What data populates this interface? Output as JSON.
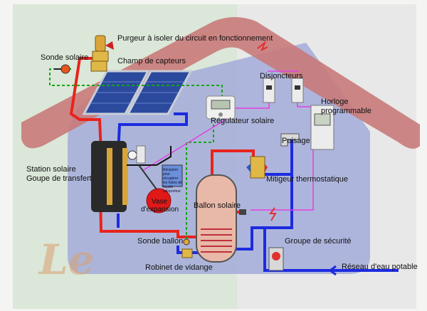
{
  "labels": {
    "purgeur": "Purgeur à isoler du circuit en fonctionnement",
    "sonde_solaire": "Sonde solaire",
    "champ_capteurs": "Champ de capteurs",
    "disjoncteurs": "Disjoncteurs",
    "horloge_line1": "Horloge",
    "horloge_line2": "programmable",
    "regulateur": "Régulateur solaire",
    "puisage": "Puisage",
    "station_line1": "Station solaire",
    "station_line2": "Goupe de transfert",
    "recipient": "Récipient pour récupérer les fuites de liquide caloporteur",
    "mitigeur": "Mitigeur thermostatique",
    "vase_line1": "Vase",
    "vase_line2": "d'expansion",
    "ballon": "Ballon solaire",
    "sonde_ballon": "Sonde ballon",
    "groupe_securite": "Groupe de sécurité",
    "robinet": "Robinet de vidange",
    "reseau": "Réseau d'eau potable"
  },
  "display": {
    "regulateur_screen": "",
    "horloge_screen": ""
  },
  "colors": {
    "hot_pipe": "#e8231d",
    "cold_pipe": "#1d2be0",
    "sensor_line": "#16a516",
    "elec_line": "#e040e0",
    "roof": "#c97070",
    "house_left": "#d9e6d6",
    "house_right": "#e6e6e6",
    "interior": "#9aa5d6",
    "tank": "#e8b8a8"
  }
}
